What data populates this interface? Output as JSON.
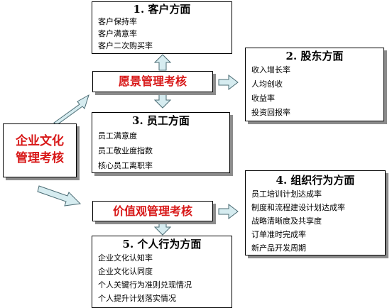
{
  "diagram": {
    "center": {
      "label": "企业文化管理考核",
      "line1": "企业文化",
      "line2": "管理考核"
    },
    "vision": {
      "label": "愿景管理考核"
    },
    "values": {
      "label": "价值观管理考核"
    },
    "customer": {
      "title": "1. 客户方面",
      "items": [
        "客户保持率",
        "客户满意率",
        "客户二次购买率"
      ]
    },
    "shareholder": {
      "title": "2. 股东方面",
      "items": [
        "收入增长率",
        "人均创收",
        "收益率",
        "投资回报率"
      ]
    },
    "employee": {
      "title": "3. 员工方面",
      "items": [
        "员工满意度",
        "员工敬业度指数",
        "核心员工离职率"
      ]
    },
    "organization": {
      "title": "4. 组织行为方面",
      "items": [
        "员工培训计划达成率",
        "制度和流程建设计划达成率",
        "战略清晰度及共享度",
        "订单准时完成率",
        "新产品开发周期"
      ]
    },
    "personal": {
      "title": "5. 个人行为方面",
      "items": [
        "企业文化认知率",
        "企业文化认同度",
        "个人关键行为准则兑现情况",
        "个人提升计划落实情况"
      ]
    }
  },
  "colors": {
    "title_red": "#d81818",
    "arrow_fill": "#d6ecf0",
    "arrow_stroke": "#4a6b73",
    "shadow": "#8c8c8c"
  }
}
